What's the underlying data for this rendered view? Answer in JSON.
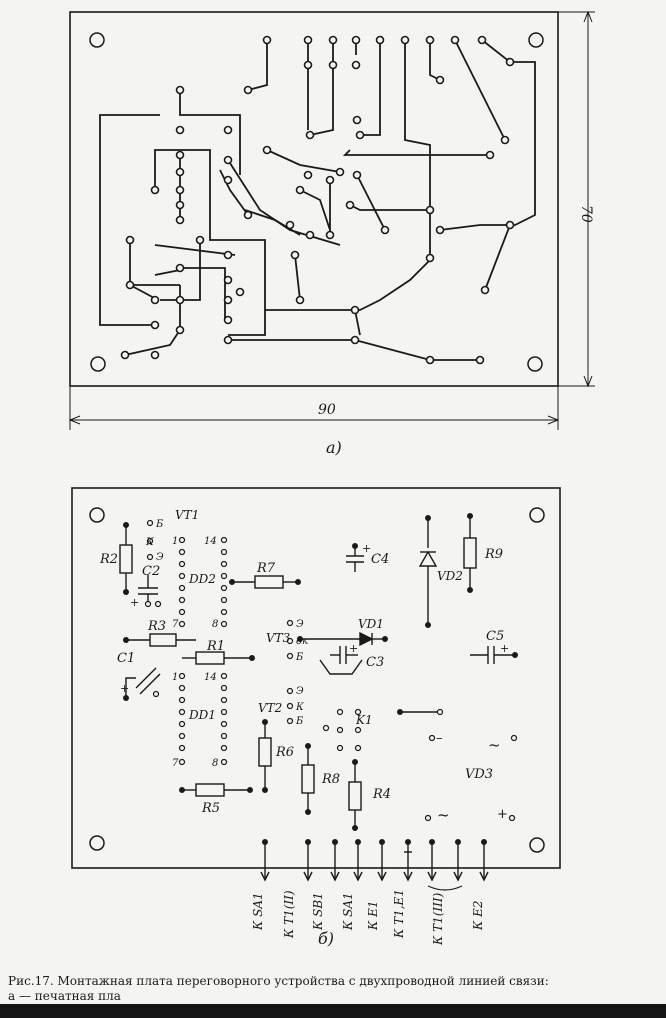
{
  "figure_a": {
    "width_dim": "90",
    "height_dim": "70",
    "sub_label": "а)"
  },
  "figure_b": {
    "sub_label": "б)",
    "components": {
      "vt1": "VT1",
      "vt2": "VT2",
      "vt3": "VT3",
      "dd1": "DD1",
      "dd2": "DD2",
      "r1": "R1",
      "r2": "R2",
      "r3": "R3",
      "r4": "R4",
      "r5": "R5",
      "r6": "R6",
      "r7": "R7",
      "r8": "R8",
      "r9": "R9",
      "c1": "C1",
      "c2": "C2",
      "c3": "C3",
      "c4": "C4",
      "c5": "C5",
      "vd1": "VD1",
      "vd2": "VD2",
      "vd3": "VD3",
      "k1": "K1"
    },
    "pin_labels": {
      "b": "Б",
      "k": "К",
      "e": "Э",
      "p1": "1",
      "p7": "7",
      "p8": "8",
      "p14": "14",
      "ok": "ок",
      "minus": "–",
      "plus": "+",
      "ac": "~"
    },
    "terminals": [
      "К SA1",
      "К Т1(II)",
      "К SB1",
      "К SA1",
      "К Е1",
      "К Т1,Е1",
      "К Т1(III)",
      "К Е2"
    ]
  },
  "caption": {
    "line1": "Рис.17. Монтажная плата переговорного устройства с двухпроводной линией связи:",
    "line2": "а — печатная пла"
  },
  "colors": {
    "paper": "#f4f4f1",
    "ink": "#1a1a1a"
  }
}
